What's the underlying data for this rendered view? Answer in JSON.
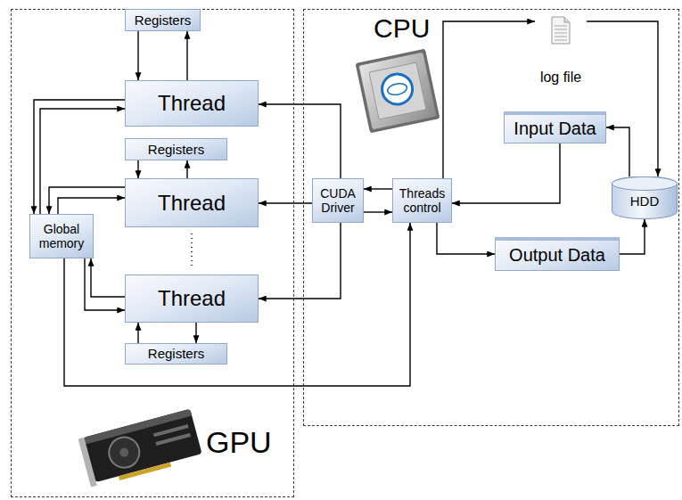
{
  "diagram": {
    "nodes": [
      {
        "text": [
          "GPU"
        ]
      },
      {
        "text": [
          "Registers"
        ],
        "in": 0
      },
      {
        "text": [
          "Thread"
        ],
        "in": 0
      },
      {
        "text": [
          "Registers"
        ],
        "in": 0
      },
      {
        "text": [
          "Thread"
        ],
        "in": 0
      },
      {
        "text": [
          "Thread"
        ],
        "in": 0
      },
      {
        "text": [
          "Registers"
        ],
        "in": 0
      },
      {
        "text": [
          "Global memory"
        ],
        "in": 0
      },
      {
        "text": [
          "CPU"
        ]
      },
      {
        "text": [
          "CUDA Driver"
        ],
        "in": 8
      },
      {
        "text": [
          "Threads control"
        ],
        "in": 8
      },
      {
        "text": [
          "log file"
        ],
        "in": 8
      },
      {
        "text": [
          "Input Data"
        ],
        "in": 8
      },
      {
        "text": [
          "HDD"
        ],
        "in": 8
      },
      {
        "text": [
          "Output Data"
        ],
        "in": 8
      }
    ],
    "edges": [
      {
        "from": 1,
        "to": 2,
        "arrow": "to"
      },
      {
        "from": 2,
        "to": 1,
        "arrow": "to"
      },
      {
        "from": 3,
        "to": 4,
        "arrow": "to"
      },
      {
        "from": 4,
        "to": 3,
        "arrow": "to"
      },
      {
        "from": 5,
        "to": 6,
        "arrow": "to"
      },
      {
        "from": 6,
        "to": 5,
        "arrow": "to"
      },
      {
        "from": 7,
        "to": 2,
        "arrow": "to"
      },
      {
        "from": 2,
        "to": 7,
        "arrow": "to"
      },
      {
        "from": 7,
        "to": 4,
        "arrow": "to"
      },
      {
        "from": 4,
        "to": 7,
        "arrow": "to"
      },
      {
        "from": 7,
        "to": 5,
        "arrow": "to"
      },
      {
        "from": 5,
        "to": 7,
        "arrow": "to"
      },
      {
        "from": 9,
        "to": 2,
        "arrow": "to"
      },
      {
        "from": 9,
        "to": 4,
        "arrow": "to"
      },
      {
        "from": 9,
        "to": 5,
        "arrow": "to"
      },
      {
        "from": 10,
        "to": 9,
        "arrow": "to"
      },
      {
        "from": 9,
        "to": 10,
        "arrow": "to"
      },
      {
        "from": 7,
        "to": 10,
        "arrow": "to"
      },
      {
        "from": 10,
        "to": 11,
        "arrow": "to"
      },
      {
        "from": 11,
        "to": 13,
        "arrow": "to"
      },
      {
        "from": 12,
        "to": 10,
        "arrow": "to"
      },
      {
        "from": 13,
        "to": 12,
        "arrow": "to"
      },
      {
        "from": 10,
        "to": 14,
        "arrow": "to"
      },
      {
        "from": 14,
        "to": 13,
        "arrow": "to"
      }
    ]
  }
}
